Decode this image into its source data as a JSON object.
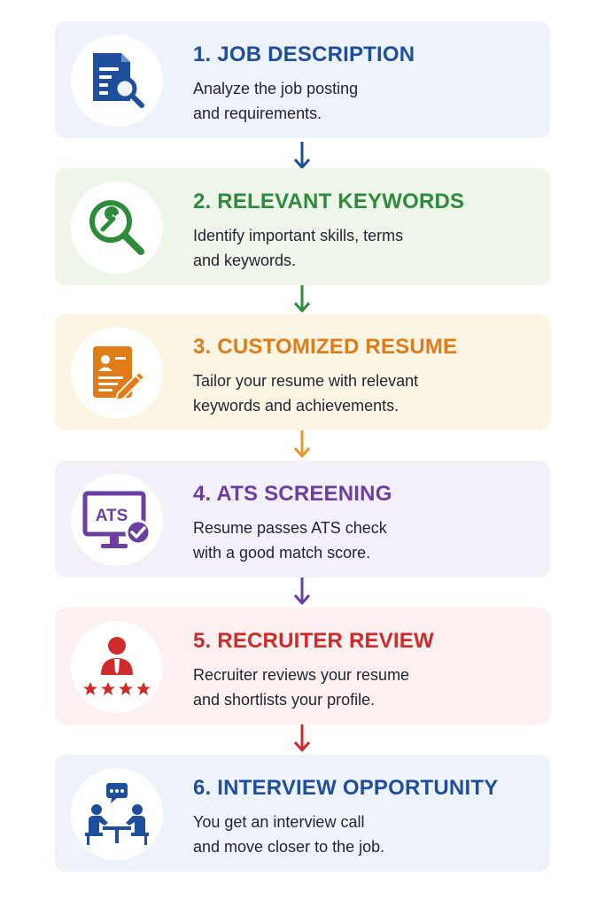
{
  "steps": [
    {
      "title": "1. JOB DESCRIPTION",
      "desc_line1": "Analyze the job posting",
      "desc_line2": "and requirements.",
      "icon": "document-search-icon",
      "color": "#1f4f9c",
      "bg": "#eef3fb"
    },
    {
      "title": "2. RELEVANT KEYWORDS",
      "desc_line1": "Identify important skills, terms",
      "desc_line2": "and keywords.",
      "icon": "keyword-search-icon",
      "color": "#2e8b3a",
      "bg": "#eef6ea"
    },
    {
      "title": "3. CUSTOMIZED RESUME",
      "desc_line1": "Tailor your resume with relevant",
      "desc_line2": "keywords and achievements.",
      "icon": "resume-edit-icon",
      "color": "#e07b1a",
      "bg": "#fdf5e4"
    },
    {
      "title": "4. ATS SCREENING",
      "desc_line1": "Resume passes ATS check",
      "desc_line2": "with a good match score.",
      "icon": "ats-monitor-icon",
      "icon_text": "ATS",
      "color": "#6a3fa0",
      "bg": "#f3f0f9"
    },
    {
      "title": "5. RECRUITER REVIEW",
      "desc_line1": "Recruiter reviews your resume",
      "desc_line2": "and shortlists your profile.",
      "icon": "recruiter-rating-icon",
      "color": "#cf2b2b",
      "bg": "#fdf0f0"
    },
    {
      "title": "6. INTERVIEW OPPORTUNITY",
      "desc_line1": "You get an interview call",
      "desc_line2": "and move closer to the job.",
      "icon": "interview-icon",
      "color": "#1f4f9c",
      "bg": "#eef3fb"
    }
  ],
  "arrows": [
    {
      "color": "#1f4f9c"
    },
    {
      "color": "#2e8b3a"
    },
    {
      "color": "#e9962a"
    },
    {
      "color": "#6a3fa0"
    },
    {
      "color": "#cf2b2b"
    }
  ]
}
